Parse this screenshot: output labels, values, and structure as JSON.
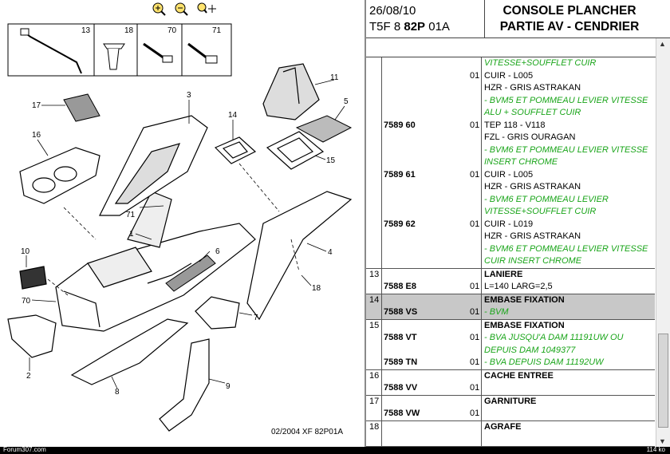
{
  "toolbar": {
    "buttons": [
      {
        "name": "zoom-in-icon",
        "glyph": "⊕"
      },
      {
        "name": "zoom-out-icon",
        "glyph": "⊖"
      },
      {
        "name": "zoom-move-icon",
        "glyph": "✥"
      }
    ]
  },
  "diagram": {
    "callouts": {
      "c13": "13",
      "c18": "18",
      "c70a": "70",
      "c71a": "71",
      "c11": "11",
      "c17": "17",
      "c3": "3",
      "c5": "5",
      "c14": "14",
      "c16": "16",
      "c15": "15",
      "c71b": "71",
      "c1": "1",
      "c4": "4",
      "c10": "10",
      "c6": "6",
      "c18b": "18",
      "c70b": "70",
      "c7": "7",
      "c2": "2",
      "c8": "8",
      "c9": "9"
    },
    "footer": "02/2004   XF 82P01A"
  },
  "header": {
    "date": "26/08/10",
    "code_pre": "T5F 8 ",
    "code_bold": "82P",
    "code_post": " 01A",
    "title_line1": "CONSOLE PLANCHER",
    "title_line2": "PARTIE AV - CENDRIER"
  },
  "table": {
    "rows": [
      {
        "index": "",
        "selected": false,
        "lines": [
          {
            "ref": "",
            "qty": "",
            "desc": "VITESSE+SOUFFLET CUIR",
            "style": "green"
          },
          {
            "ref": "",
            "qty": "01",
            "desc": "CUIR - L005",
            "style": "normal"
          },
          {
            "ref": "",
            "qty": "",
            "desc": "HZR - GRIS ASTRAKAN",
            "style": "normal"
          },
          {
            "ref": "",
            "qty": "",
            "desc": "- BVM5 ET POMMEAU LEVIER VITESSE",
            "style": "green"
          },
          {
            "ref": "",
            "qty": "",
            "desc": "ALU + SOUFFLET CUIR",
            "style": "green"
          },
          {
            "ref": "7589 60",
            "qty": "01",
            "desc": "TEP 118 - V118",
            "style": "normal"
          },
          {
            "ref": "",
            "qty": "",
            "desc": "FZL - GRIS OURAGAN",
            "style": "normal"
          },
          {
            "ref": "",
            "qty": "",
            "desc": "- BVM6 ET POMMEAU LEVIER VITESSE",
            "style": "green"
          },
          {
            "ref": "",
            "qty": "",
            "desc": "INSERT CHROME",
            "style": "green"
          },
          {
            "ref": "7589 61",
            "qty": "01",
            "desc": "CUIR - L005",
            "style": "normal"
          },
          {
            "ref": "",
            "qty": "",
            "desc": "HZR - GRIS ASTRAKAN",
            "style": "normal"
          },
          {
            "ref": "",
            "qty": "",
            "desc": "- BVM6 ET POMMEAU LEVIER",
            "style": "green"
          },
          {
            "ref": "",
            "qty": "",
            "desc": "VITESSE+SOUFFLET CUIR",
            "style": "green"
          },
          {
            "ref": "7589 62",
            "qty": "01",
            "desc": "CUIR - L019",
            "style": "normal"
          },
          {
            "ref": "",
            "qty": "",
            "desc": "HZR - GRIS ASTRAKAN",
            "style": "normal"
          },
          {
            "ref": "",
            "qty": "",
            "desc": "- BVM6 ET POMMEAU LEVIER VITESSE",
            "style": "green"
          },
          {
            "ref": "",
            "qty": "",
            "desc": "CUIR INSERT CHROME",
            "style": "green"
          }
        ]
      },
      {
        "index": "13",
        "selected": false,
        "lines": [
          {
            "ref": "",
            "qty": "",
            "desc": "LANIERE",
            "style": "bold"
          },
          {
            "ref": "7588 E8",
            "qty": "01",
            "desc": "L=140 LARG=2,5",
            "style": "normal"
          }
        ]
      },
      {
        "index": "14",
        "selected": true,
        "lines": [
          {
            "ref": "",
            "qty": "",
            "desc": "EMBASE FIXATION",
            "style": "bold"
          },
          {
            "ref": "7588 VS",
            "qty": "01",
            "desc": "- BVM",
            "style": "green"
          }
        ]
      },
      {
        "index": "15",
        "selected": false,
        "lines": [
          {
            "ref": "",
            "qty": "",
            "desc": "EMBASE FIXATION",
            "style": "bold"
          },
          {
            "ref": "7588 VT",
            "qty": "01",
            "desc": "- BVA JUSQU'A DAM 11191UW OU",
            "style": "green"
          },
          {
            "ref": "",
            "qty": "",
            "desc": "DEPUIS DAM 1049377",
            "style": "green"
          },
          {
            "ref": "7589 TN",
            "qty": "01",
            "desc": "- BVA DEPUIS DAM 11192UW",
            "style": "green"
          }
        ]
      },
      {
        "index": "16",
        "selected": false,
        "lines": [
          {
            "ref": "",
            "qty": "",
            "desc": "CACHE ENTREE",
            "style": "bold"
          },
          {
            "ref": "7588 VV",
            "qty": "01",
            "desc": "",
            "style": "normal"
          }
        ]
      },
      {
        "index": "17",
        "selected": false,
        "lines": [
          {
            "ref": "",
            "qty": "",
            "desc": "GARNITURE",
            "style": "bold"
          },
          {
            "ref": "7588 VW",
            "qty": "01",
            "desc": "",
            "style": "normal"
          }
        ]
      },
      {
        "index": "18",
        "selected": false,
        "lines": [
          {
            "ref": "",
            "qty": "",
            "desc": "AGRAFE",
            "style": "bold"
          },
          {
            "ref": "",
            "qty": "",
            "desc": "",
            "style": "normal"
          }
        ]
      }
    ]
  },
  "status": {
    "left": "Forum307.com",
    "right": "114 ko"
  },
  "colors": {
    "green_text": "#1aa51a",
    "selected_row": "#c8c8c8"
  }
}
